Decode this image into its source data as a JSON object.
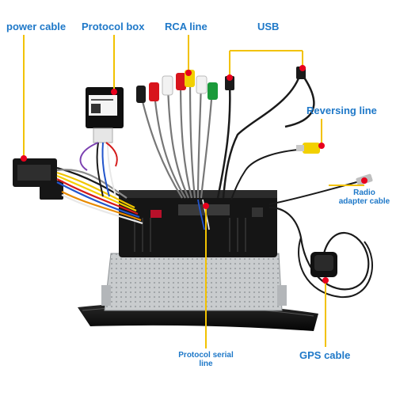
{
  "labels": {
    "power_cable": "power cable",
    "protocol_box": "Protocol box",
    "rca_line": "RCA line",
    "usb": "USB",
    "reversing_line": "Reversing line",
    "radio_adapter_line1": "Radio",
    "radio_adapter_line2": "adapter cable",
    "gps_cable": "GPS cable",
    "protocol_serial_line1": "Protocol serial",
    "protocol_serial_line2": "line"
  },
  "colors": {
    "label_text": "#1e78c8",
    "leader_line": "#f2c200",
    "marker_dot": "#e8001c",
    "unit_body": "#151515",
    "chassis": "#c9ccce"
  }
}
